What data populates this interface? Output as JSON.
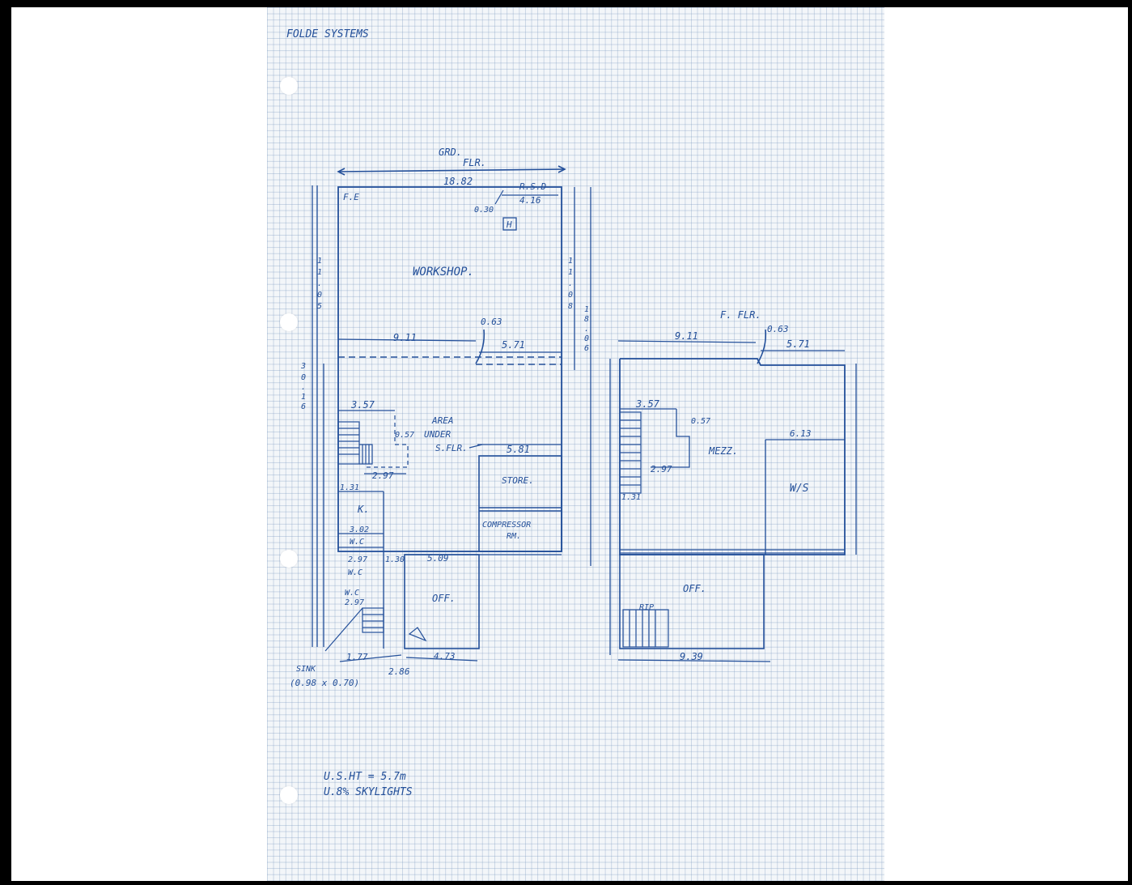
{
  "header": {
    "company": "FOLDE SYSTEMS"
  },
  "ground_floor": {
    "title_line1": "GRD.",
    "title_line2": "FLR.",
    "overall_width": "18.82",
    "fe_label": "F.E",
    "rsd_label": "R.S.D",
    "rsd_width": "4.16",
    "offset_030": "0.30",
    "hydrant": "H",
    "workshop": "WORKSHOP.",
    "depth_1105_chars": [
      "1",
      "1",
      ".",
      "0",
      "5"
    ],
    "right_depth_chars": [
      "1",
      "1",
      ".",
      "0",
      "8"
    ],
    "right_depth2_chars": [
      "1",
      "8",
      ".",
      "0",
      "6"
    ],
    "left_total_chars": [
      "3",
      "0",
      ".",
      "1",
      "6"
    ],
    "dim_911": "9.11",
    "dim_063": "0.63",
    "dim_571": "5.71",
    "area_under_1": "AREA",
    "area_under_2": "UNDER",
    "area_under_3": "S.FLR.",
    "dim_357": "3.57",
    "dim_057": "0.57",
    "dim_297": "2.97",
    "dim_581": "5.81",
    "store": "STORE.",
    "compressor_1": "COMPRESSOR",
    "compressor_2": "RM.",
    "dim_131": "1.31",
    "kitchen": "K.",
    "dim_302": "3.02",
    "wc1": "W.C",
    "dim_297b": "2.97",
    "dim_130": "1.30",
    "dim_509": "5.09",
    "wc2": "W.C",
    "wc3": "W.C",
    "dim_297c": "2.97",
    "office": "OFF.",
    "dim_177": "1.77",
    "dim_286": "2.86",
    "dim_473": "4.73",
    "sink_1": "SINK",
    "sink_2": "(0.98 x 0.70)"
  },
  "first_floor": {
    "title": "F. FLR.",
    "dim_911": "9.11",
    "dim_063": "0.63",
    "dim_571": "5.71",
    "dim_357": "3.57",
    "dim_057": "0.57",
    "mezz": "MEZZ.",
    "dim_613": "6.13",
    "ws": "W/S",
    "dim_297": "2.97",
    "dim_131": "1.31",
    "office": "OFF.",
    "dim_939": "9.39",
    "rip": "RIP"
  },
  "notes": {
    "line1": "U.S.HT = 5.7m",
    "line2": "U.8% SKYLIGHTS"
  },
  "colors": {
    "ink": "#24509a",
    "paper": "#f3f6f9",
    "grid": "#a6b8d0"
  }
}
